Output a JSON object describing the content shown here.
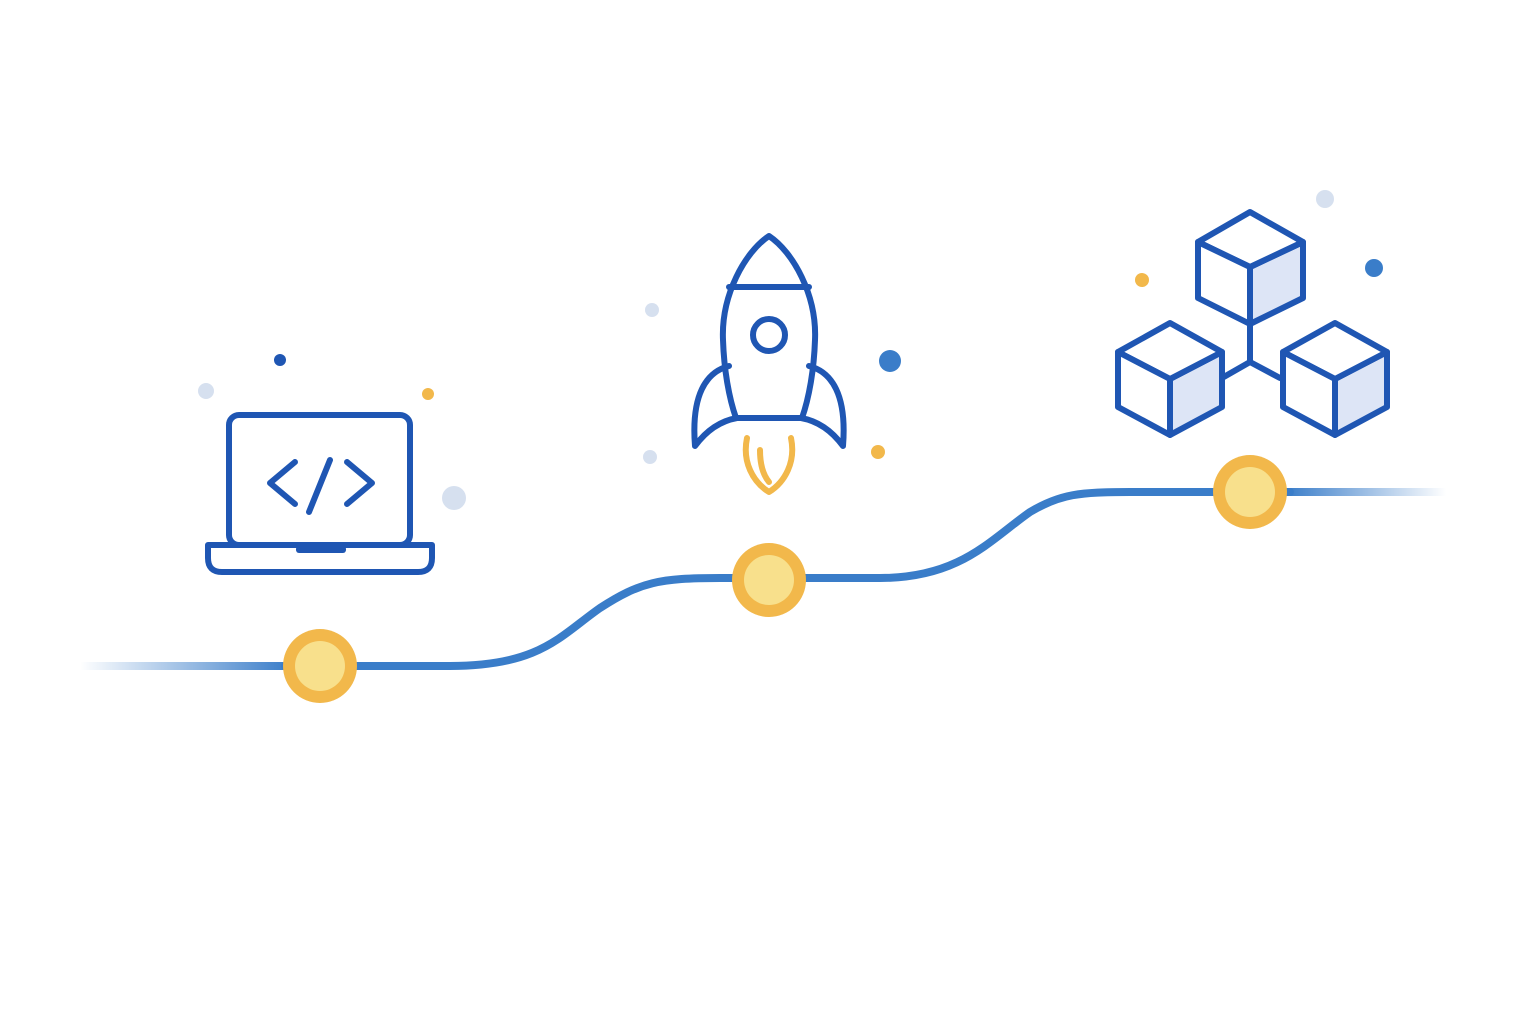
{
  "colors": {
    "primary_blue": "#1f56b3",
    "path_blue": "#3a7dc9",
    "accent_yellow": "#f2b84b",
    "node_fill": "#f8e08c",
    "light_dot": "#d6e0ef",
    "cube_shade": "#dde5f6",
    "background": "#ffffff"
  },
  "path": {
    "stroke_color": "#3a7dc9",
    "fade_edges": true
  },
  "milestones": [
    {
      "id": "develop",
      "icon": "laptop-code-icon"
    },
    {
      "id": "launch",
      "icon": "rocket-icon"
    },
    {
      "id": "scale",
      "icon": "modules-cubes-icon"
    }
  ],
  "decorations": {
    "dot_palette": [
      "#1f56b3",
      "#3a7dc9",
      "#f2b84b",
      "#d6e0ef"
    ]
  }
}
